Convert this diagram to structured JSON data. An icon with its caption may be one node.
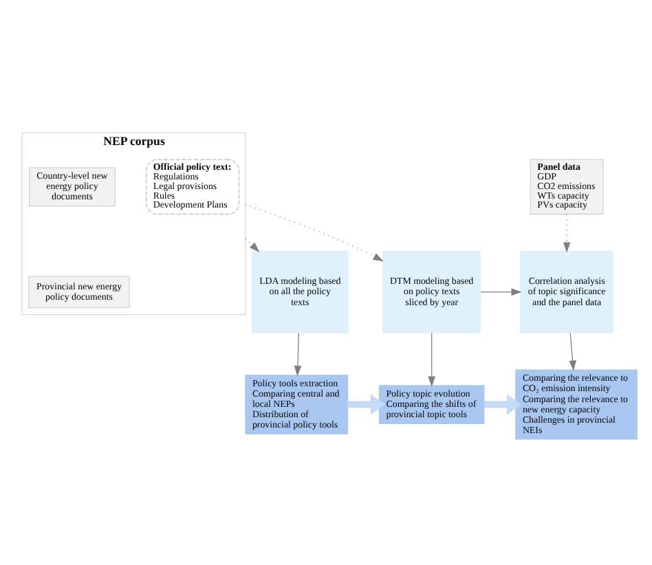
{
  "diagram": {
    "nodes": [
      {
        "text": [
          "NEP corpus"
        ]
      },
      {
        "text": [
          "Country-level new energy policy documents"
        ],
        "in": 0
      },
      {
        "text": [
          "Provincial new energy policy documents"
        ],
        "in": 0
      },
      {
        "text": [
          "Official policy text:",
          "Regulations",
          "Legal provisions",
          "Rules",
          "Development Plans"
        ],
        "in": 0
      },
      {
        "text": [
          "Panel data",
          "GDP",
          "CO2 emissions",
          "WTs capacity",
          "PVs capacity"
        ]
      },
      {
        "text": [
          "LDA modeling based on all the policy texts"
        ]
      },
      {
        "text": [
          "DTM modeling based on policy texts sliced by year"
        ]
      },
      {
        "text": [
          "Correlation analysis of topic significance and the panel data"
        ]
      },
      {
        "text": [
          "Policy tools extraction",
          "Comparing central and local NEPs",
          "Distribution of provincial policy tools"
        ]
      },
      {
        "text": [
          "Policy topic evolution",
          "Comparing the shifts of provincial topic tools"
        ]
      },
      {
        "text": [
          "Comparing the relevance to CO₂ emission intensity",
          "Comparing the relevance to new energy capacity",
          "Challenges in provincial NEIs"
        ]
      }
    ],
    "edges": [
      {
        "from": 0,
        "to": 5,
        "arrow": "to",
        "style": "dashed"
      },
      {
        "from": 0,
        "to": 6,
        "arrow": "to",
        "style": "dashed"
      },
      {
        "from": 4,
        "to": 7,
        "arrow": "to",
        "style": "dashed"
      },
      {
        "from": 6,
        "to": 7,
        "arrow": "to"
      },
      {
        "from": 5,
        "to": 8,
        "arrow": "to"
      },
      {
        "from": 6,
        "to": 9,
        "arrow": "to"
      },
      {
        "from": 7,
        "to": 10,
        "arrow": "to"
      },
      {
        "from": 8,
        "to": 9,
        "arrow": "to",
        "style": "thick",
        "color": "#c5daf5"
      },
      {
        "from": 9,
        "to": 10,
        "arrow": "to",
        "style": "thick",
        "color": "#c5daf5"
      }
    ]
  }
}
